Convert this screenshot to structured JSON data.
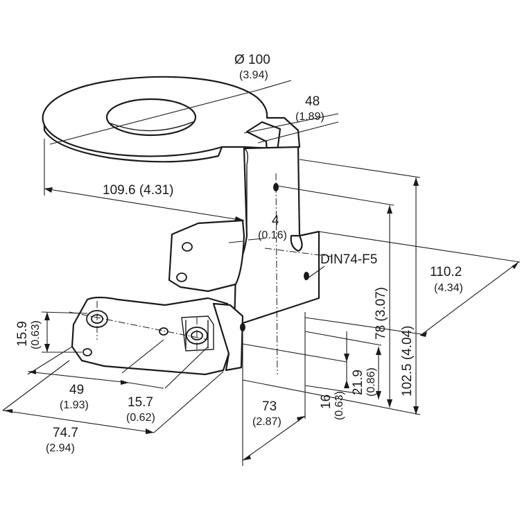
{
  "dimensions": {
    "ring_diameter": {
      "mm": "Ø 100",
      "inch": "(3.94)"
    },
    "ring_offset": {
      "mm": "48",
      "inch": "(1.89)"
    },
    "length_overall": {
      "text": "109.6 (4.31)"
    },
    "wall_thickness": {
      "mm": "4",
      "inch": "(0.16)"
    },
    "hole_label": {
      "text": "DIN74-F5"
    },
    "depth_overall": {
      "mm": "110.2",
      "inch": "(4.34)"
    },
    "height_overall": {
      "text": "102.5 (4.04)"
    },
    "height_ring": {
      "text": "78 (3.07)"
    },
    "height_hole": {
      "mm": "21.9",
      "inch": "(0.86)"
    },
    "height_base": {
      "mm": "16",
      "inch": "(0.63)"
    },
    "width_side": {
      "mm": "73",
      "inch": "(2.87)"
    },
    "base_height": {
      "mm": "15.9",
      "inch": "(0.63)"
    },
    "hole_spacing": {
      "mm": "49",
      "inch": "(1.93)"
    },
    "hole_offset": {
      "mm": "15.7",
      "inch": "(0.62)"
    },
    "base_width": {
      "mm": "74.7",
      "inch": "(2.94)"
    }
  }
}
